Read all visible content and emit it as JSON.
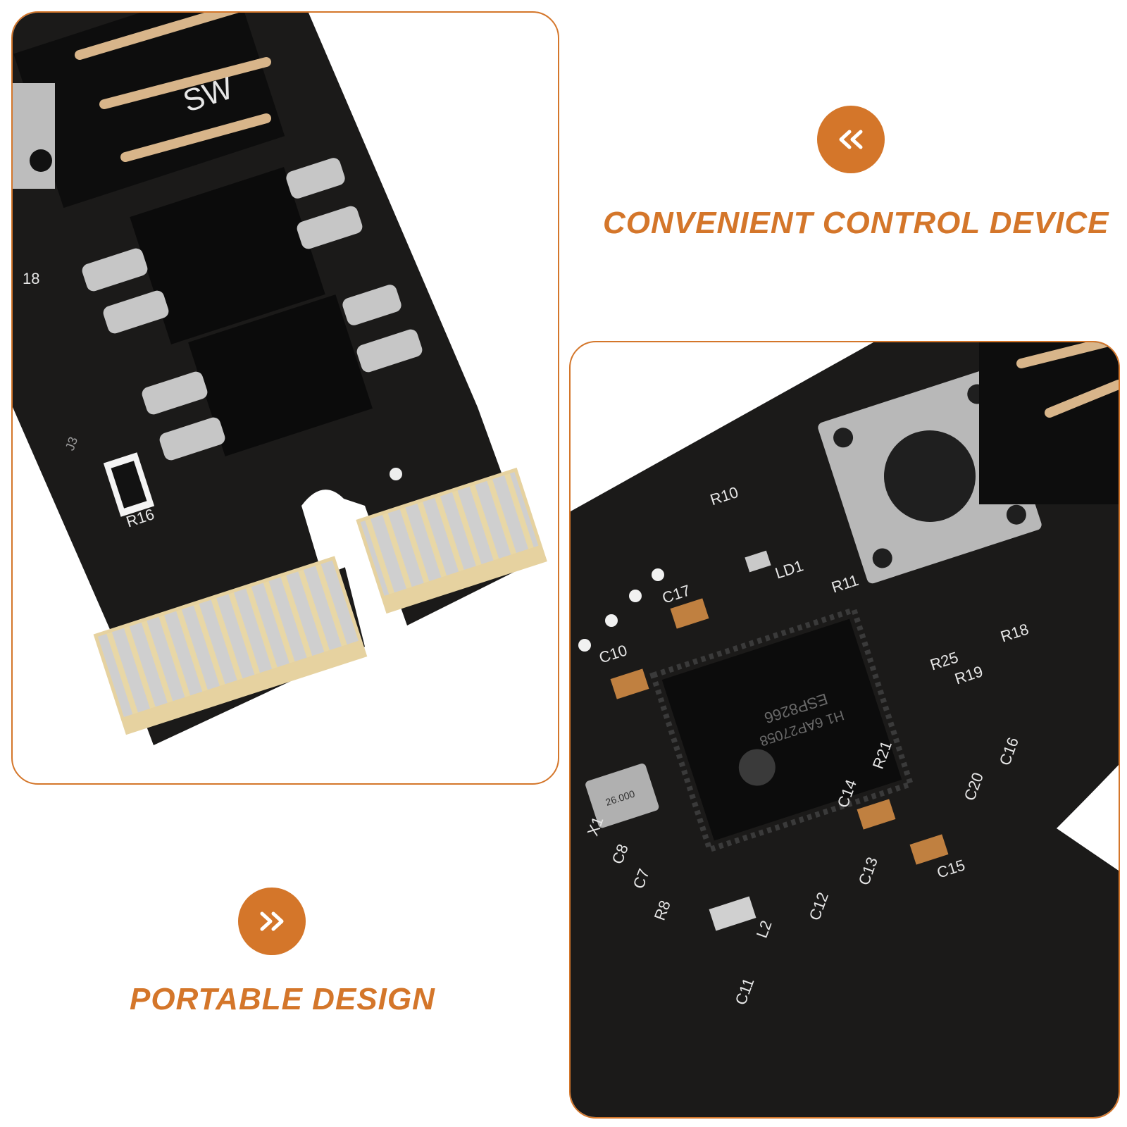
{
  "colors": {
    "accent": "#d4762a",
    "pcb": "#1b1a19",
    "gold": "#e4c98a"
  },
  "top_feature": {
    "icon": "double-chevron-left-icon",
    "caption": "CONVENIENT CONTROL DEVICE"
  },
  "bottom_feature": {
    "icon": "double-chevron-right-icon",
    "caption": "PORTABLE DESIGN"
  },
  "photo_top": {
    "silkscreen": {
      "switch": "SW",
      "resistor": "R16",
      "part_top": "18",
      "part_j": "J3"
    }
  },
  "photo_bottom": {
    "silkscreen": {
      "chip_line1": "ESP8266",
      "chip_line2": "H1 6AP27058",
      "crystal": "26.000",
      "r10": "R10",
      "ld1": "LD1",
      "r11": "R11",
      "c17": "C17",
      "c10": "C10",
      "r25": "R25",
      "r18": "R18",
      "r19": "R19",
      "r21": "R21",
      "c14": "C14",
      "c20": "C20",
      "c16": "C16",
      "c15": "C15",
      "c13": "C13",
      "c12": "C12",
      "c11": "C11",
      "l2": "L2",
      "r8": "R8",
      "c7": "C7",
      "c8": "C8",
      "x1": "X1"
    }
  }
}
